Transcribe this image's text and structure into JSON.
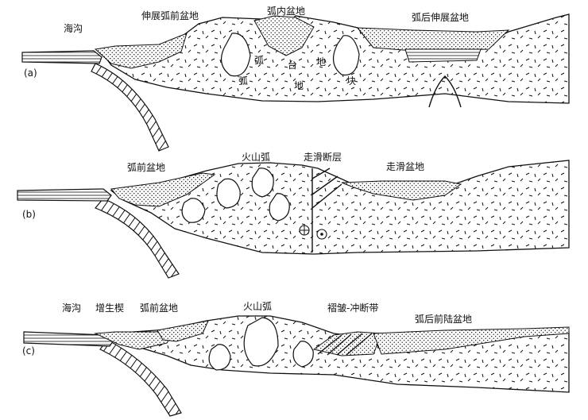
{
  "colors": {
    "ink": "#111111",
    "paper": "#ffffff"
  },
  "panel_a": {
    "tag": "(a)",
    "labels": {
      "trench": "海沟",
      "forearc_ext": "伸展弧前盆地",
      "intra_arc": "弧内盆地",
      "backarc_ext": "弧后伸展盆地",
      "arc_platform": [
        "弧",
        "台",
        "地"
      ],
      "arc_block": [
        "弧",
        "地",
        "块"
      ]
    }
  },
  "panel_b": {
    "tag": "(b)",
    "labels": {
      "forearc": "弧前盆地",
      "volcanic_arc": "火山弧",
      "strike_slip_fault": "走滑断层",
      "strike_slip_basin": "走滑盆地"
    }
  },
  "panel_c": {
    "tag": "(c)",
    "labels": {
      "trench": "海沟",
      "accretionary_wedge": "增生楔",
      "forearc": "弧前盆地",
      "volcanic_arc": "火山弧",
      "fold_thrust": "褶皱-冲断带",
      "retroarc_foreland": "弧后前陆盆地"
    }
  }
}
